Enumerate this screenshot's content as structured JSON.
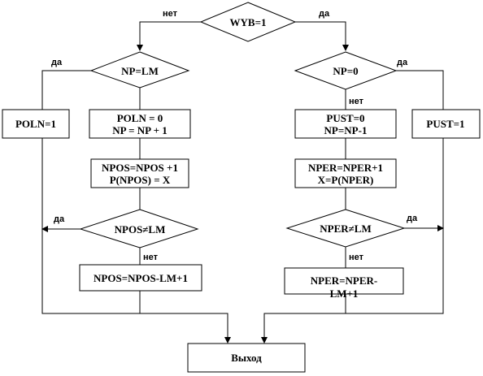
{
  "decisions": {
    "wyb": "WYB=1",
    "np_lm": "NP=LM",
    "np_0": "NP=0",
    "npos_ne_lm": "NPOS≠LM",
    "nper_ne_lm": "NPER≠LM"
  },
  "processes": {
    "poln_set": "POLN=1",
    "poln_reset_line1": "POLN = 0",
    "poln_reset_line2": "NP = NP + 1",
    "npos_inc_line1": "NPOS=NPOS +1",
    "npos_inc_line2": "P(NPOS) = X",
    "npos_wrap": "NPOS=NPOS-LM+1",
    "pust_reset_line1": "PUST=0",
    "pust_reset_line2": "NP=NP-1",
    "pust_set": "PUST=1",
    "nper_inc_line1": "NPER=NPER+1",
    "nper_inc_line2": "X=P(NPER)",
    "nper_wrap_line1": "NPER=NPER-",
    "nper_wrap_line2": "LM+1",
    "exit": "Выход"
  },
  "labels": {
    "yes": "да",
    "no": "нет"
  }
}
